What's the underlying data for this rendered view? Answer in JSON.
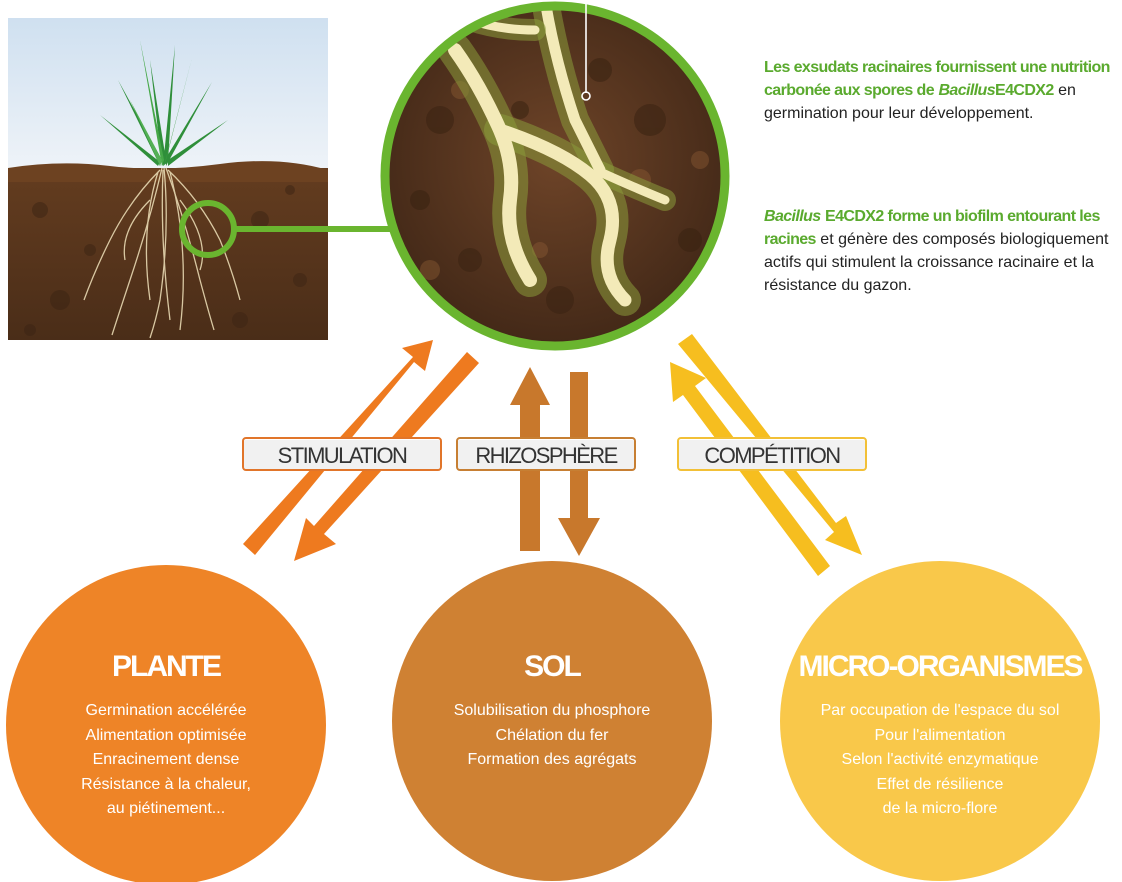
{
  "intro": {
    "p1_green": "Les exsudats racinaires fournissent une nutrition carbonée aux spores de",
    "p1_italic": "Bacillus",
    "p1_strain": "E4CDX2",
    "p1_rest": "en germination pour leur développement.",
    "p2_italic": "Bacillus",
    "p2_green": "E4CDX2 forme un biofilm entourant les racines",
    "p2_rest": "et génère des composés biologiquement actifs qui stimulent la croissance racinaire et la résistance du gazon."
  },
  "interactions": [
    {
      "label": "STIMULATION"
    },
    {
      "label": "RHIZOSPHÈRE"
    },
    {
      "label": "COMPÉTITION"
    }
  ],
  "circles": [
    {
      "title": "PLANTE",
      "items": [
        "Germination accélérée",
        "Alimentation optimisée",
        "Enracinement dense",
        "Résistance à la chaleur,",
        "au piétinement..."
      ]
    },
    {
      "title": "SOL",
      "items": [
        "Solubilisation du phosphore",
        "Chélation du fer",
        "Formation des agrégats"
      ]
    },
    {
      "title": "MICRO-ORGANISMES",
      "items": [
        "Par occupation de l'espace du sol",
        "Pour l'alimentation",
        "Selon l'activité enzymatique",
        "Effet de résilience",
        "de la micro-flore"
      ]
    }
  ],
  "colors": {
    "plante": "#ee8427",
    "sol": "#cf8133",
    "micro": "#f9c84a",
    "arrow_orange": "#ee7a1f",
    "arrow_brown": "#c8782c",
    "arrow_yellow": "#f6be1f",
    "green": "#6ab52f",
    "soil": "#5e3a22"
  },
  "icons": [
    "grass-plant-photo",
    "root-zoom-circle"
  ]
}
